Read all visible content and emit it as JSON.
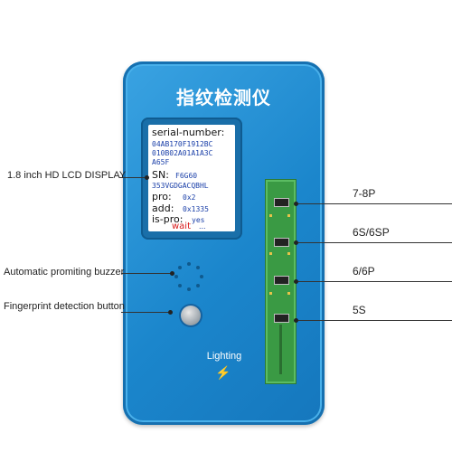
{
  "device": {
    "title": "指纹检测仪",
    "lighting_label": "Lighting",
    "lightning_icon": "lightning-bolt-icon",
    "body_color": "#1b86cc"
  },
  "lcd": {
    "serial_label": "serial-number:",
    "serial_lines": [
      "04AB170F1912BC",
      "010B02A01A1A3C",
      "A65F"
    ],
    "sn_label": "SN:",
    "sn_value": "F6G60",
    "sn_line2": "353VGDGACQBHL",
    "pro_label": "pro:",
    "pro_value": "0x2",
    "add_label": "add:",
    "add_value": "0x1335",
    "ispro_label": "is-pro:",
    "ispro_value": "yes",
    "wait_text": "wait",
    "ellipsis": "..."
  },
  "callouts": {
    "display": "1.8 inch HD LCD DISPLAY",
    "buzzer": "Automatic promiting buzzer",
    "button": "Fingerprint detection button",
    "port_78": "7-8P",
    "port_6s": "6S/6SP",
    "port_6": "6/6P",
    "port_5s": "5S"
  }
}
